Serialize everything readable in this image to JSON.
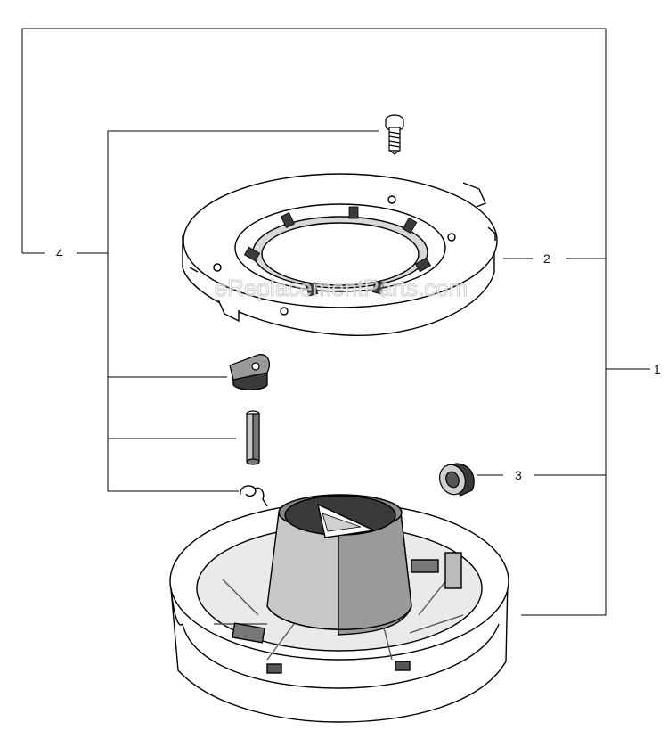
{
  "callouts": {
    "item_1": "1",
    "item_2": "2",
    "item_3": "3",
    "item_4": "4"
  },
  "watermark": "eReplacementParts.com",
  "colors": {
    "line": "#000000",
    "part_fill": "#ffffff",
    "shade_dark": "#3a3a3a",
    "shade_mid": "#8a8a8a",
    "shade_light": "#c8c8c8"
  }
}
